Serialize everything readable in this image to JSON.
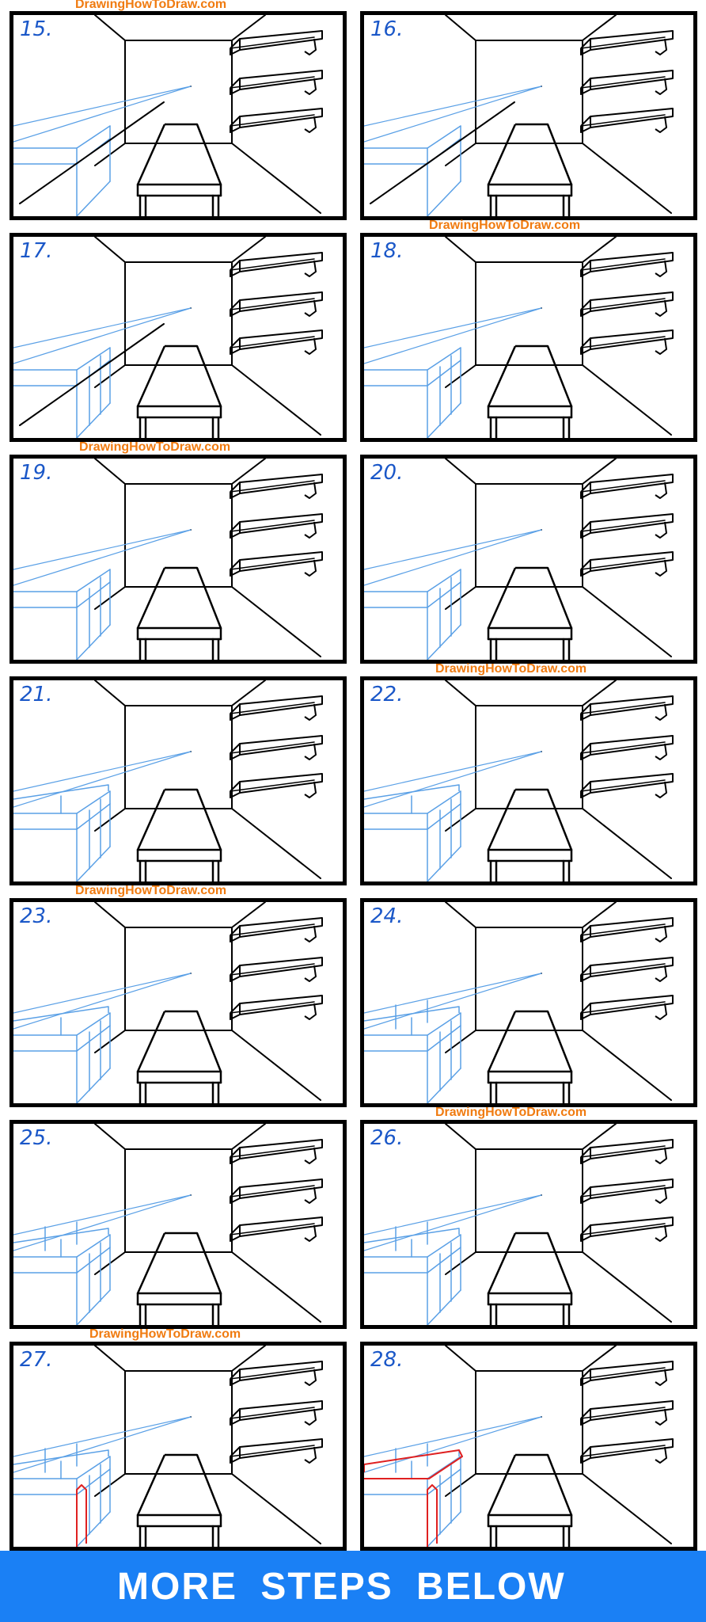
{
  "watermark_text": "DrawingHowToDraw.com",
  "banner": {
    "label": "MORE STEPS BELOW"
  },
  "colors": {
    "ink": "#000000",
    "guide": "#5aa0e6",
    "highlight": "#e02020",
    "number": "#1a57c8",
    "watermark": "#f07b10",
    "banner": "#1a80f5"
  },
  "panels": [
    {
      "label": "15.",
      "stage": 15
    },
    {
      "label": "16.",
      "stage": 16
    },
    {
      "label": "17.",
      "stage": 17
    },
    {
      "label": "18.",
      "stage": 18
    },
    {
      "label": "19.",
      "stage": 19
    },
    {
      "label": "20.",
      "stage": 20
    },
    {
      "label": "21.",
      "stage": 21
    },
    {
      "label": "22.",
      "stage": 22
    },
    {
      "label": "23.",
      "stage": 23
    },
    {
      "label": "24.",
      "stage": 24
    },
    {
      "label": "25.",
      "stage": 25
    },
    {
      "label": "26.",
      "stage": 26
    },
    {
      "label": "27.",
      "stage": 27
    },
    {
      "label": "28.",
      "stage": 28
    }
  ]
}
